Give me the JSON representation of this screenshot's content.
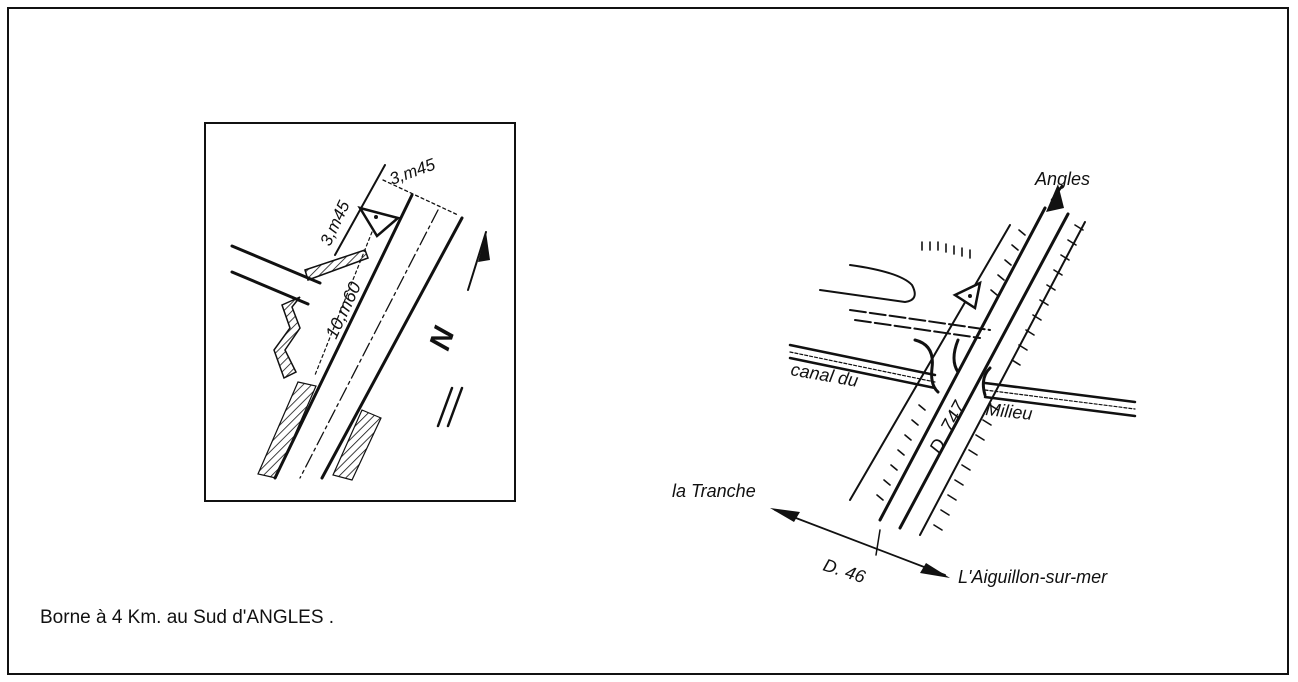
{
  "caption": "Borne à 4 Km. au Sud d'ANGLES .",
  "detail": {
    "dim_width": "3,m45",
    "dim_depth": "3,m45",
    "dim_distance": "10,m60",
    "north_label": "N"
  },
  "location": {
    "road_main": "D. 747",
    "road_cross": "D. 46",
    "canal_left": "canal du",
    "canal_right": "Milieu",
    "dest_north": "Angles",
    "dest_west": "la Tranche",
    "dest_east": "L'Aiguillon-sur-mer"
  },
  "colors": {
    "ink": "#111111",
    "paper": "#ffffff"
  }
}
